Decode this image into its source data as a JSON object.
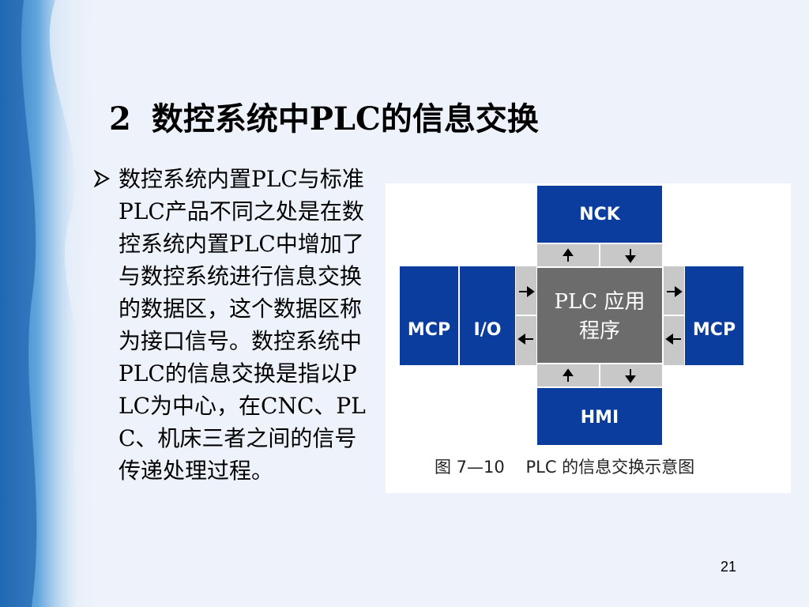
{
  "slide": {
    "title_number": "2",
    "title_text": "数控系统中PLC的信息交换",
    "bullet": "数控系统内置PLC与标准PLC产品不同之处是在数控系统内置PLC中增加了与数控系统进行信息交换的数据区，这个数据区称为接口信号。数控系统中PLC的信息交换是指以PLC为中心，在CNC、PLC、机床三者之间的信号传递处理过程。",
    "page_number": "21"
  },
  "diagram": {
    "top_block": "NCK",
    "left_outer_block": "MCP",
    "left_inner_block": "I/O",
    "center_block_line1": "PLC 应用",
    "center_block_line2": "程序",
    "right_block": "MCP",
    "bottom_block": "HMI",
    "caption": "图 7—10    PLC 的信息交换示意图"
  },
  "colors": {
    "block_blue": "#0a3d9e",
    "center_gray": "#6c6c6c",
    "connector_gray": "#c8c8c8",
    "background": "#eef3fb"
  },
  "icons": {
    "bullet": "arrowhead-bullet-icon",
    "arrow": "arrow-icon"
  }
}
